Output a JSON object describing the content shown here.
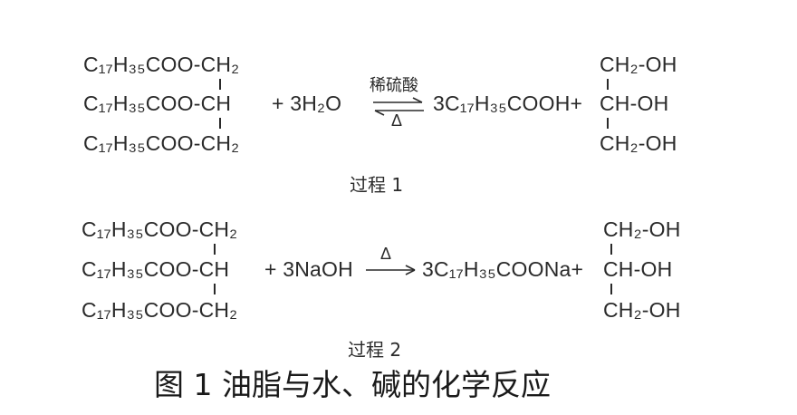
{
  "reaction1": {
    "ester_top": "C₁₇H₃₅COO-CH₂",
    "ester_mid": "C₁₇H₃₅COO-CH",
    "ester_bot": "C₁₇H₃₅COO-CH₂",
    "reagent": "+ 3H₂O",
    "condition_top": "稀硫酸",
    "condition_bottom": "Δ",
    "product_acid": "3C₁₇H₃₅COOH+",
    "glycerol_top": "CH₂-OH",
    "glycerol_mid": "CH-OH",
    "glycerol_bot": "CH₂-OH",
    "caption": "过程 1"
  },
  "reaction2": {
    "ester_top": "C₁₇H₃₅COO-CH₂",
    "ester_mid": "C₁₇H₃₅COO-CH",
    "ester_bot": "C₁₇H₃₅COO-CH₂",
    "reagent": "+ 3NaOH",
    "condition_top": "Δ",
    "product_salt": "3C₁₇H₃₅COONa+",
    "glycerol_top": "CH₂-OH",
    "glycerol_mid": "CH-OH",
    "glycerol_bot": "CH₂-OH",
    "caption": "过程 2"
  },
  "figure_title": "图 1   油脂与水、碱的化学反应"
}
